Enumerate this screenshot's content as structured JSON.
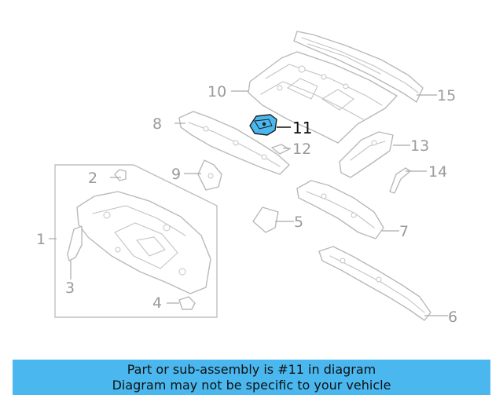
{
  "caption": {
    "line1": "Part or sub-assembly is #11 in diagram",
    "line2": "Diagram may not be specific to your vehicle"
  },
  "callouts": {
    "c1": "1",
    "c2": "2",
    "c3": "3",
    "c4": "4",
    "c5": "5",
    "c6": "6",
    "c7": "7",
    "c8": "8",
    "c9": "9",
    "c10": "10",
    "c11": "11",
    "c12": "12",
    "c13": "13",
    "c14": "14",
    "c15": "15"
  },
  "highlighted_part": "11",
  "colors": {
    "highlight": "#4ab8ef",
    "caption_bg": "#4ab8ef",
    "line_art": "#b9b9b9",
    "callout_text": "#9a9a9a"
  }
}
